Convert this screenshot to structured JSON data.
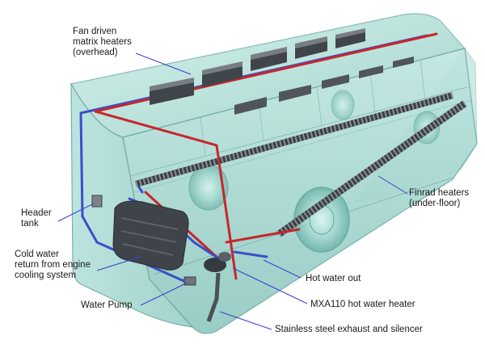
{
  "labels": {
    "fan_heaters": "Fan driven\nmatrix heaters\n(overhead)",
    "header_tank": "Header\ntank",
    "cold_water": "Cold water\nreturn from engine\ncooling system",
    "water_pump": "Water Pump",
    "finrad": "Finrad heaters\n(under-floor)",
    "hot_water_out": "Hot water out",
    "mxa110": "MXA110 hot water heater",
    "exhaust": "Stainless steel exhaust and silencer"
  },
  "colors": {
    "hot_pipe": "#c8262b",
    "cold_pipe": "#3b4fc9",
    "body_glass": "#a9dcd4",
    "body_edge": "#6fa9a2",
    "heater_block": "#4a4f55",
    "leader_line": "#3a3fd0"
  }
}
